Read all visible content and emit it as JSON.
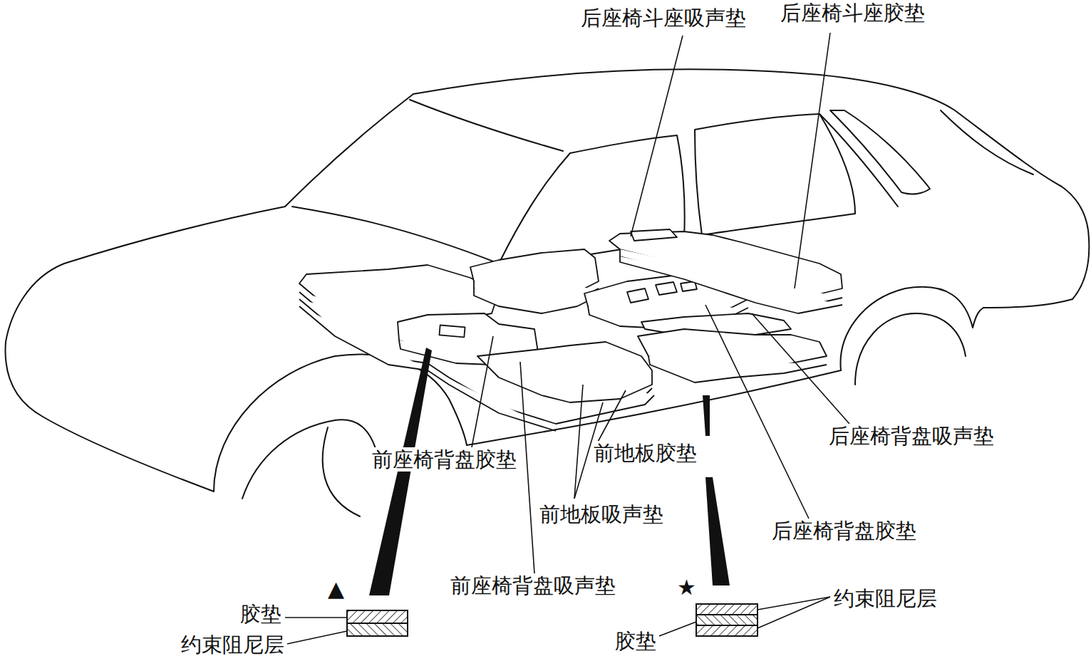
{
  "diagram": {
    "labels": [
      "后座椅斗座吸声垫",
      "后座椅斗座胶垫",
      "后座椅背盘吸声垫",
      "前座椅背盘胶垫",
      "前地板胶垫",
      "前地板吸声垫",
      "后座椅背盘胶垫",
      "前座椅背盘吸声垫",
      "▲",
      "胶垫",
      "约束阻尼层",
      "★",
      "约束阻尼层",
      "胶垫"
    ]
  }
}
